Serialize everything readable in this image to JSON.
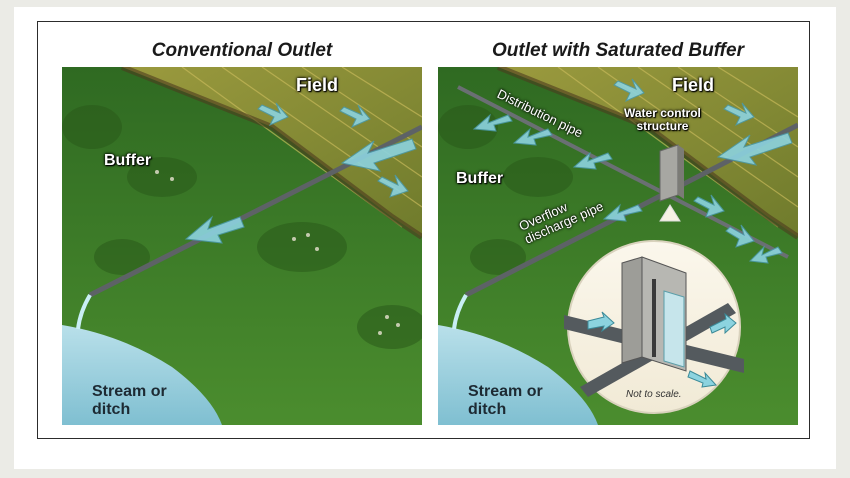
{
  "left_panel": {
    "title": "Conventional Outlet",
    "labels": {
      "field": "Field",
      "buffer": "Buffer",
      "stream": "Stream or\nditch"
    }
  },
  "right_panel": {
    "title": "Outlet with Saturated Buffer",
    "labels": {
      "field": "Field",
      "buffer": "Buffer",
      "stream": "Stream or\nditch",
      "distribution_pipe": "Distribution pipe",
      "water_control": "Water control\nstructure",
      "overflow": "Overflow\ndischarge pipe",
      "note": "Not to scale."
    }
  },
  "colors": {
    "field": "#8a8f3a",
    "buffer": "#3f7f2a",
    "water": "#9fd0df",
    "arrow": "#8cd3df",
    "pipe": "#6a6f73"
  }
}
